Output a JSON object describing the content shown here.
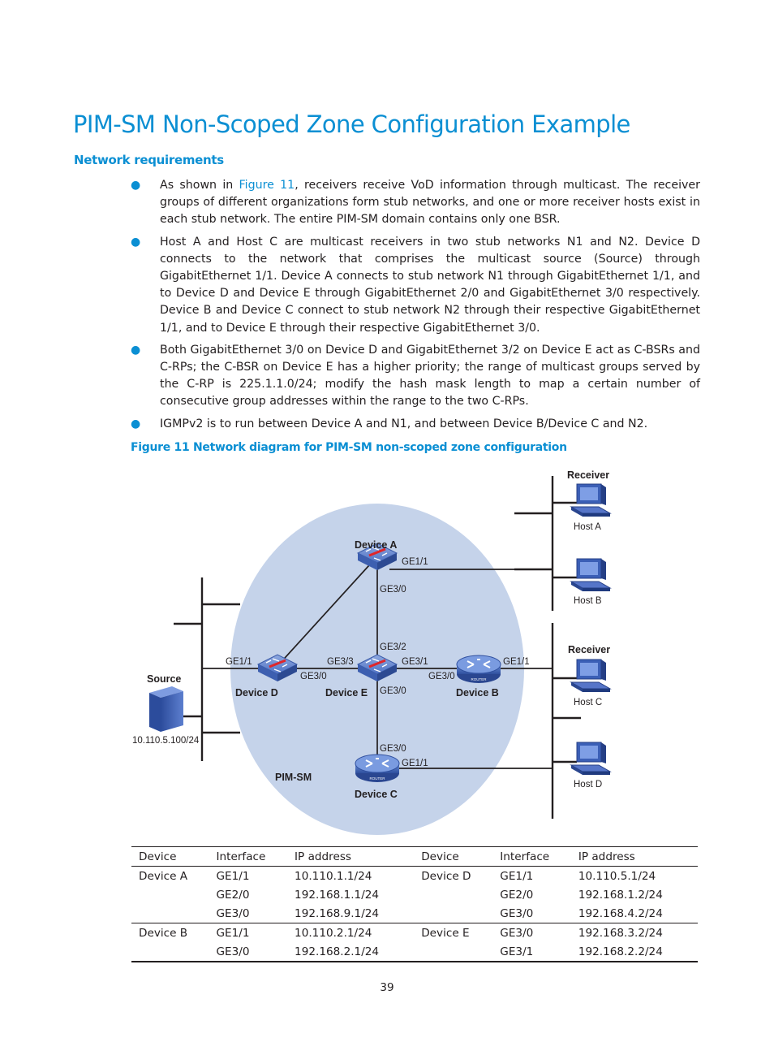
{
  "title": "PIM-SM Non-Scoped Zone Configuration Example",
  "section_heading": "Network requirements",
  "bullets": [
    {
      "before_link": "As shown in ",
      "link": "Figure 11",
      "after_link": ", receivers receive VoD information through multicast. The receiver groups of different organizations form stub networks, and one or more receiver hosts exist in each stub network. The entire PIM-SM domain contains only one BSR."
    },
    {
      "text": "Host A and Host C are multicast receivers in two stub networks N1 and N2. Device D connects to the network that comprises the multicast source (Source) through GigabitEthernet 1/1. Device A connects to stub network N1 through GigabitEthernet 1/1, and to Device D and Device E through GigabitEthernet 2/0 and GigabitEthernet 3/0 respectively. Device B and Device C connect to stub network N2 through their respective GigabitEthernet 1/1, and to Device E through their respective GigabitEthernet 3/0."
    },
    {
      "text": "Both GigabitEthernet 3/0 on Device D and GigabitEthernet 3/2 on Device E act as C-BSRs and C-RPs; the C-BSR on Device E has a higher priority; the range of multicast groups served by the C-RP is 225.1.1.0/24; modify the hash mask length to map a certain number of consecutive group addresses within the range to the two C-RPs."
    },
    {
      "text": "IGMPv2 is to run between Device A and N1, and between Device B/Device C and N2."
    }
  ],
  "figure_caption": "Figure 11 Network diagram for PIM-SM non-scoped zone configuration",
  "diagram": {
    "domain_label": "PIM-SM",
    "source_label": "Source",
    "source_ip": "10.110.5.100/24",
    "devices": {
      "a": "Device A",
      "b": "Device B",
      "c": "Device C",
      "d": "Device D",
      "e": "Device E"
    },
    "router_text": "ROUTER",
    "interfaces": {
      "a_ge11": "GE1/1",
      "a_ge30": "GE3/0",
      "d_ge11": "GE1/1",
      "d_ge30": "GE3/0",
      "e_ge33": "GE3/3",
      "e_ge32": "GE3/2",
      "e_ge31": "GE3/1",
      "e_ge30": "GE3/0",
      "b_ge30": "GE3/0",
      "b_ge11": "GE1/1",
      "c_ge30": "GE3/0",
      "c_ge11": "GE1/1"
    },
    "hosts": {
      "receiver_1": "Receiver",
      "host_a": "Host A",
      "host_b": "Host B",
      "receiver_2": "Receiver",
      "host_c": "Host C",
      "host_d": "Host D"
    }
  },
  "table": {
    "headers": [
      "Device",
      "Interface",
      "IP address",
      "Device",
      "Interface",
      "IP address"
    ],
    "rows": [
      [
        "Device A",
        "GE1/1",
        "10.110.1.1/24",
        "Device D",
        "GE1/1",
        "10.110.5.1/24"
      ],
      [
        "",
        "GE2/0",
        "192.168.1.1/24",
        "",
        "GE2/0",
        "192.168.1.2/24"
      ],
      [
        "",
        "GE3/0",
        "192.168.9.1/24",
        "",
        "GE3/0",
        "192.168.4.2/24"
      ],
      [
        "Device B",
        "GE1/1",
        "10.110.2.1/24",
        "Device E",
        "GE3/0",
        "192.168.3.2/24"
      ],
      [
        "",
        "GE3/0",
        "192.168.2.1/24",
        "",
        "GE3/1",
        "192.168.2.2/24"
      ]
    ]
  },
  "page_number": "39",
  "colors": {
    "heading_blue": "#0b8fd3",
    "domain_fill": "#c5d3ea",
    "switch_body": "#4f72c4",
    "switch_accent": "#e0262a",
    "host_blue": "#3b5fb6"
  }
}
